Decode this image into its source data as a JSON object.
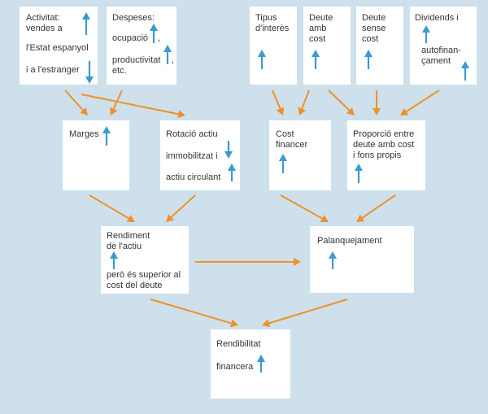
{
  "colors": {
    "background": "#cde0ec",
    "box": "#ffffff",
    "arrow": "#f0902a",
    "indicator": "#3a9bd0",
    "text": "#333333"
  },
  "nodes": {
    "activitat": {
      "l1": "Activitat:\nvendes a",
      "l2": "l'Estat espanyol",
      "l3": "i a l'estranger",
      "ind1": "up",
      "ind2": "down"
    },
    "despeses": {
      "l1": "Despeses:",
      "l2": "ocupació",
      "l2b": ",",
      "l3": "productivitat",
      "l3b": ",",
      "l4": "etc.",
      "ind1": "up",
      "ind2": "up"
    },
    "tipus": {
      "label": "Tipus\nd'interès",
      "ind": "up"
    },
    "deute_cost": {
      "label": "Deute\namb\ncost",
      "ind": "up"
    },
    "deute_sense": {
      "label": "Deute\nsense\ncost",
      "ind": "up"
    },
    "dividends": {
      "l1": "Dividends i",
      "l2": "autofinan-\nçament",
      "ind1": "up",
      "ind2": "up"
    },
    "marges": {
      "label": "Marges",
      "ind": "up"
    },
    "rotacio": {
      "l1": "Rotació actiu",
      "l2": "immobilitzat i",
      "l3": "actiu circulant",
      "ind1": "down",
      "ind2": "up"
    },
    "cost_fin": {
      "label": "Cost\nfinancer",
      "ind": "up"
    },
    "proporcio": {
      "label": "Proporció entre\ndeute amb cost\ni fons propis",
      "ind": "up"
    },
    "rendiment": {
      "l1": "Rendiment\nde l'actiu",
      "l2": "però és superior al\ncost del deute",
      "ind": "up"
    },
    "palanq": {
      "label": "Palanquejament",
      "ind": "up"
    },
    "rendib": {
      "l1": "Rendibilitat",
      "l2": "financera",
      "ind": "up"
    }
  }
}
